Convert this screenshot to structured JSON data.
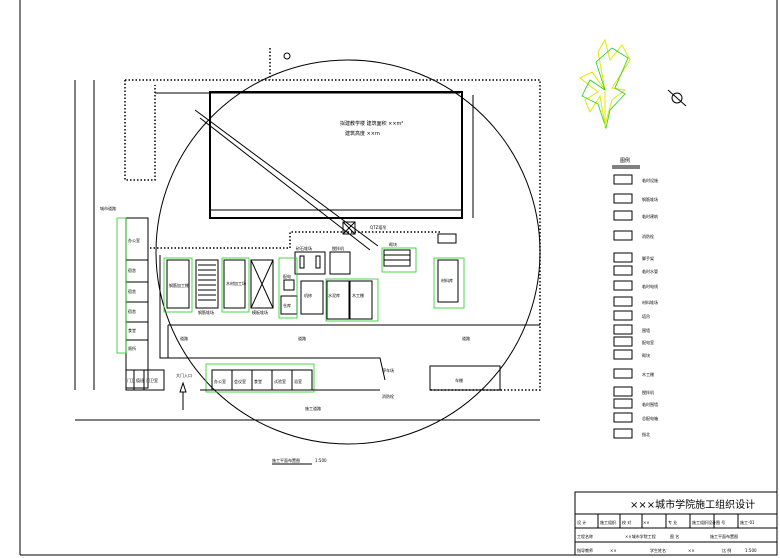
{
  "title_block": {
    "title": "×××城市学院施工组织设计",
    "row1": [
      "设 计",
      "施工组织",
      "校 对",
      "××",
      "专 业",
      "施工组织设计",
      "图 号",
      "施工-01"
    ],
    "row2": [
      "工程名称",
      "××城市学院工程",
      "图 名",
      "施工平面布置图"
    ],
    "row3": [
      "指导教师",
      "××",
      "学生姓名",
      "××",
      "比 例",
      "1:500"
    ]
  },
  "legend": {
    "heading": "图例",
    "items": [
      "临时设施",
      "钢筋堆场",
      "临时建筑",
      "消防栓",
      "脚手架",
      "临时水管",
      "临时电线",
      "材料堆场",
      "塔吊",
      "围墙",
      "配电室",
      "砌块",
      "木工棚",
      "搅拌机",
      "临时围墙",
      "总配电箱",
      "指北"
    ]
  },
  "plan": {
    "main_building_label1": "拟建教学楼 建筑面积 ××m²",
    "main_building_label2": "建筑高度 ××m",
    "crane_label": "QTZ塔吊",
    "road_label": "城市道路",
    "road_label2": "施工道路",
    "entrance_label": "大门入口",
    "hydrant_label": "消防栓",
    "scale_text": "施工平面布置图",
    "scale_ratio": "1:500",
    "left_buildings": [
      "办公室",
      "宿舍",
      "宿舍",
      "宿舍",
      "食堂",
      "厕所"
    ],
    "gate_buildings": [
      "门卫",
      "值班",
      "门卫室"
    ],
    "yard": [
      "钢筋加工棚",
      "钢筋堆场",
      "木材加工场",
      "模板堆场",
      "砂石堆场",
      "搅拌机",
      "水泥库",
      "配电",
      "仓库",
      "机修",
      "木工棚",
      "砌块",
      "材料库"
    ],
    "bottom_buildings": [
      "办公室",
      "会议室",
      "食堂",
      "试验室",
      "浴室"
    ],
    "roads": [
      "道路",
      "道路",
      "道路"
    ],
    "parking": "停车场",
    "shed": "车棚"
  },
  "colors": {
    "line": "#000000",
    "dim": "#1bd11b",
    "compass": "#e6e600"
  }
}
